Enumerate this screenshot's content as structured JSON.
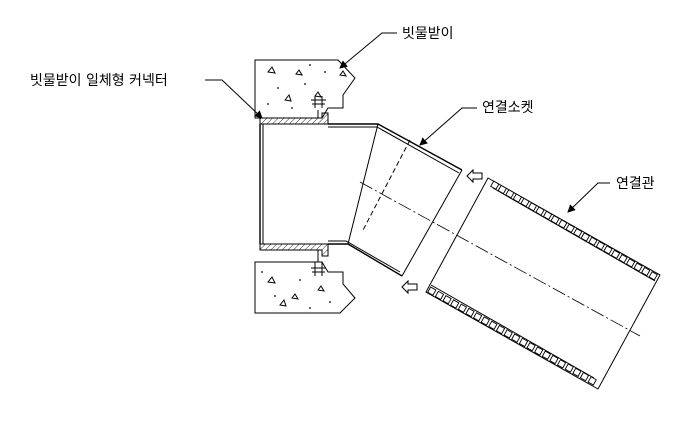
{
  "labels": {
    "gutter": "빗물받이",
    "connector": "빗물받이 일체형 커넥터",
    "socket": "연결소켓",
    "pipe": "연결관"
  },
  "colors": {
    "line": "#000000",
    "background": "#ffffff"
  }
}
